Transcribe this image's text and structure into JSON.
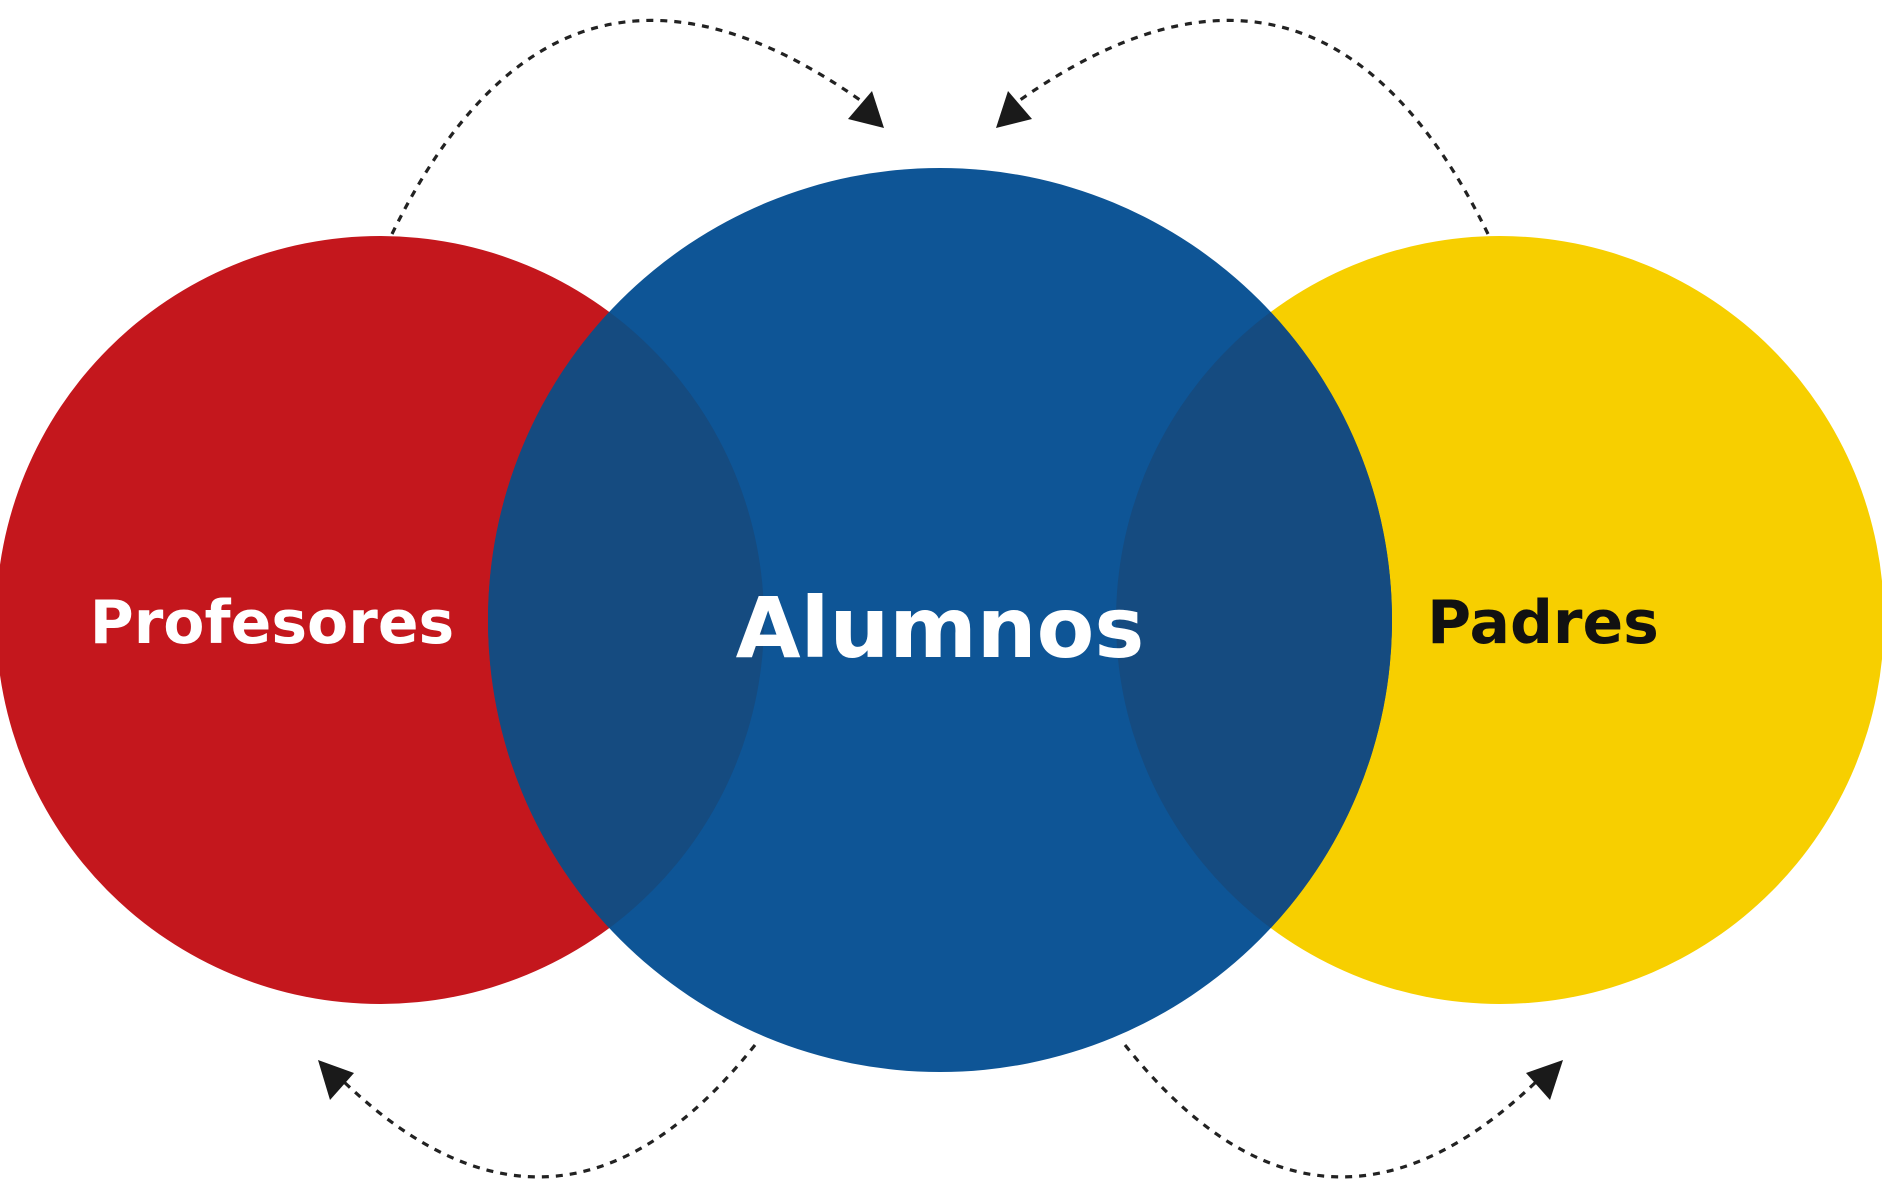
{
  "nodes": {
    "left": {
      "label": "Profesores",
      "color": "#C4171D",
      "text_color": "#ffffff"
    },
    "center": {
      "label": "Alumnos",
      "color": "#0E5596",
      "text_color": "#ffffff"
    },
    "right": {
      "label": "Padres",
      "color": "#F7CF00",
      "text_color": "#111111"
    }
  },
  "overlap_color": "#154B80",
  "connector_color": "#222222"
}
